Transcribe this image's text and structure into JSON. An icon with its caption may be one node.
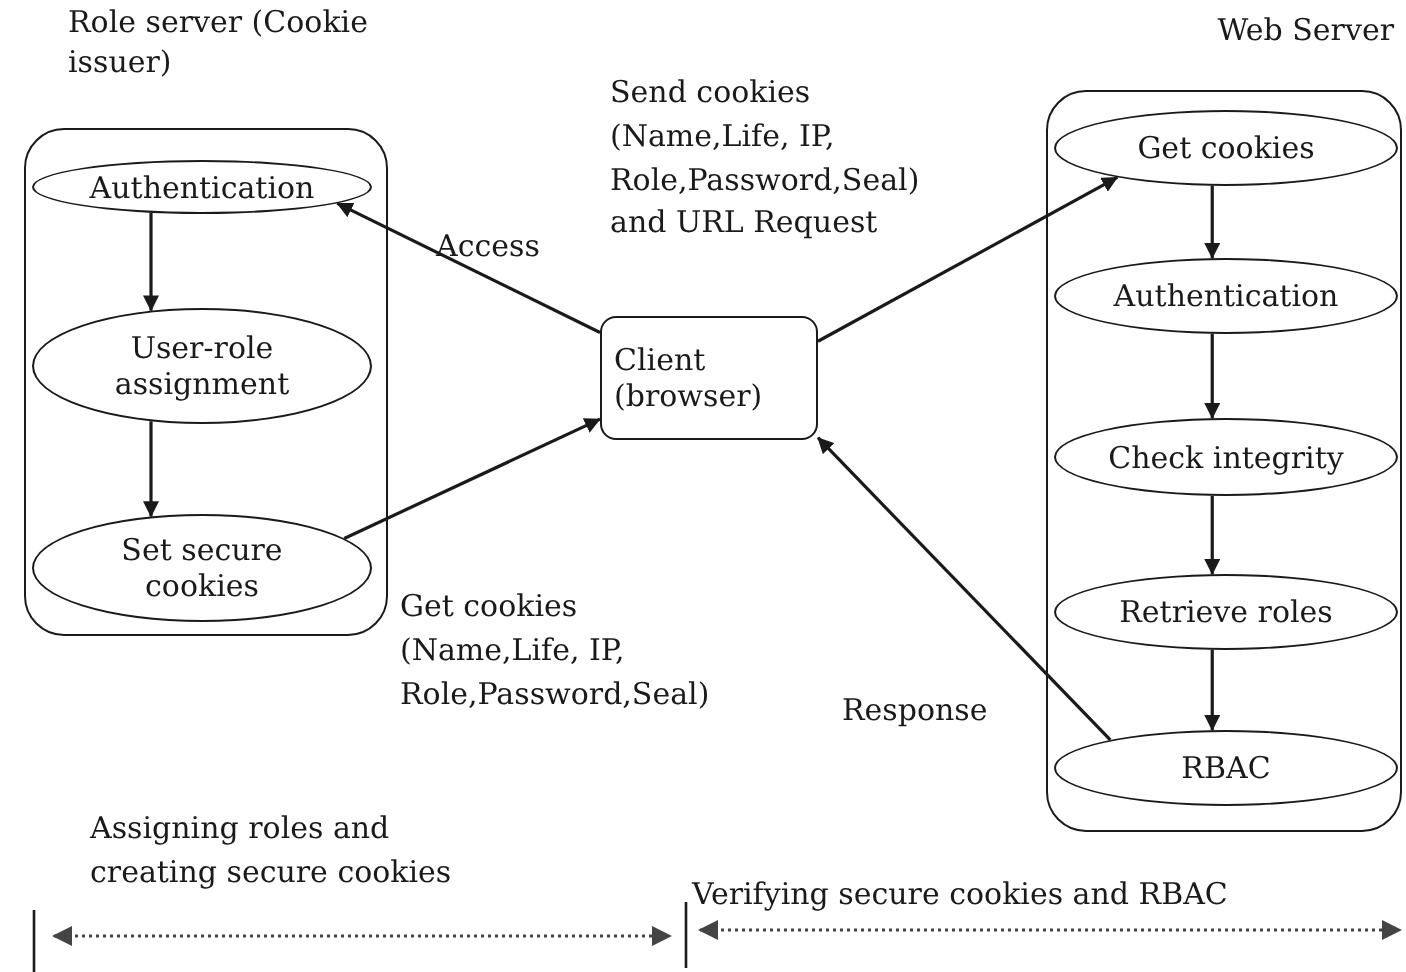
{
  "diagram": {
    "nodes": [
      {
        "text": [
          "Role server (Cookie issuer)"
        ]
      },
      {
        "text": [
          "Authentication"
        ],
        "in": 0
      },
      {
        "text": [
          "User-role assignment"
        ],
        "in": 0
      },
      {
        "text": [
          "Set secure cookies"
        ],
        "in": 0
      },
      {
        "text": [
          "Client (browser)"
        ]
      },
      {
        "text": [
          "Web Server"
        ]
      },
      {
        "text": [
          "Get cookies"
        ],
        "in": 5
      },
      {
        "text": [
          "Authentication"
        ],
        "in": 5
      },
      {
        "text": [
          "Check integrity"
        ],
        "in": 5
      },
      {
        "text": [
          "Retrieve roles"
        ],
        "in": 5
      },
      {
        "text": [
          "RBAC"
        ],
        "in": 5
      }
    ],
    "edges": [
      {
        "from": 1,
        "to": 2,
        "arrow": "to"
      },
      {
        "from": 2,
        "to": 3,
        "arrow": "to"
      },
      {
        "from": 4,
        "to": 1,
        "arrow": "to",
        "label": "Access"
      },
      {
        "from": 3,
        "to": 4,
        "arrow": "to",
        "label": "Get cookies (Name,Life, IP, Role,Password,Seal)"
      },
      {
        "from": 4,
        "to": 6,
        "arrow": "to",
        "label": "Send cookies (Name,Life, IP, Role,Password,Seal) and URL Request"
      },
      {
        "from": 6,
        "to": 7,
        "arrow": "to"
      },
      {
        "from": 7,
        "to": 8,
        "arrow": "to"
      },
      {
        "from": 8,
        "to": 9,
        "arrow": "to"
      },
      {
        "from": 9,
        "to": 10,
        "arrow": "to"
      },
      {
        "from": 10,
        "to": 4,
        "arrow": "to",
        "label": "Response"
      }
    ],
    "labels": [
      "Assigning roles and creating secure cookies",
      "Verifying secure cookies and RBAC"
    ]
  }
}
